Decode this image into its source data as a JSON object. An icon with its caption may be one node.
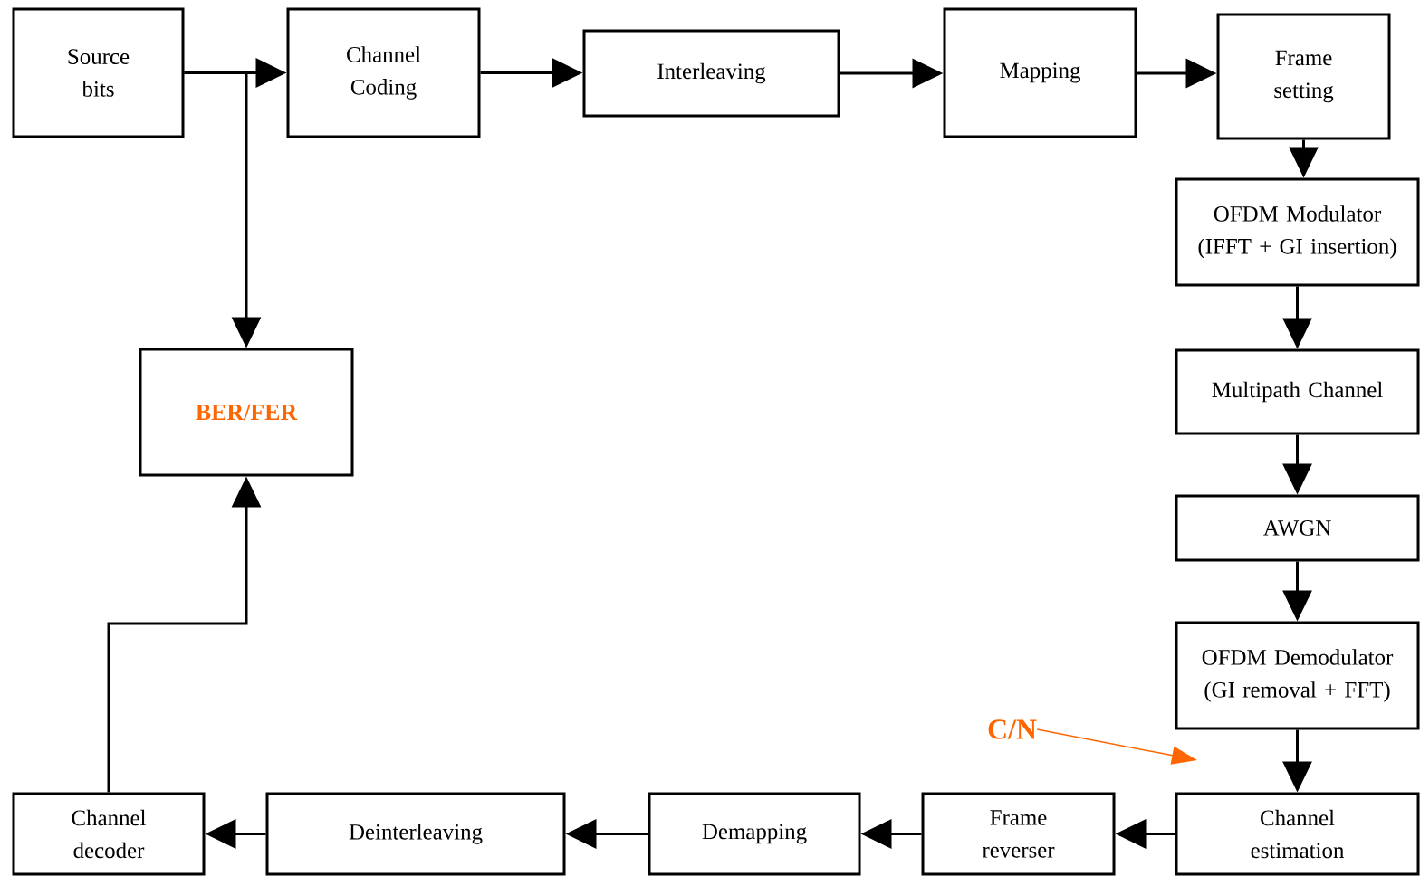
{
  "diagram": {
    "nodes": [
      {
        "text": [
          "Source bits"
        ]
      },
      {
        "text": [
          "Channel Coding"
        ]
      },
      {
        "text": [
          "Interleaving"
        ]
      },
      {
        "text": [
          "Mapping"
        ]
      },
      {
        "text": [
          "Frame setting"
        ]
      },
      {
        "text": [
          "OFDM Modulator (IFFT + GI insertion)"
        ]
      },
      {
        "text": [
          "Multipath Channel"
        ]
      },
      {
        "text": [
          "AWGN"
        ]
      },
      {
        "text": [
          "OFDM Demodulator (GI removal + FFT)"
        ]
      },
      {
        "text": [
          "Channel estimation"
        ]
      },
      {
        "text": [
          "Frame reverser"
        ]
      },
      {
        "text": [
          "Demapping"
        ]
      },
      {
        "text": [
          "Deinterleaving"
        ]
      },
      {
        "text": [
          "Channel decoder"
        ]
      },
      {
        "text": [
          "BER/FER"
        ]
      },
      {
        "text": [
          "C/N"
        ]
      }
    ],
    "edges": [
      {
        "from": 0,
        "to": 1,
        "arrow": "to"
      },
      {
        "from": 0,
        "to": 14,
        "arrow": "to"
      },
      {
        "from": 1,
        "to": 2,
        "arrow": "to"
      },
      {
        "from": 2,
        "to": 3,
        "arrow": "to"
      },
      {
        "from": 3,
        "to": 4,
        "arrow": "to"
      },
      {
        "from": 4,
        "to": 5,
        "arrow": "to"
      },
      {
        "from": 5,
        "to": 6,
        "arrow": "to"
      },
      {
        "from": 6,
        "to": 7,
        "arrow": "to"
      },
      {
        "from": 7,
        "to": 8,
        "arrow": "to"
      },
      {
        "from": 8,
        "to": 9,
        "arrow": "to"
      },
      {
        "from": 9,
        "to": 10,
        "arrow": "to"
      },
      {
        "from": 10,
        "to": 11,
        "arrow": "to"
      },
      {
        "from": 11,
        "to": 12,
        "arrow": "to"
      },
      {
        "from": 12,
        "to": 13,
        "arrow": "to"
      },
      {
        "from": 13,
        "to": 14,
        "arrow": "to"
      },
      {
        "from": 15,
        "to": null,
        "arrow": "to",
        "color": "#ff6600"
      }
    ]
  }
}
